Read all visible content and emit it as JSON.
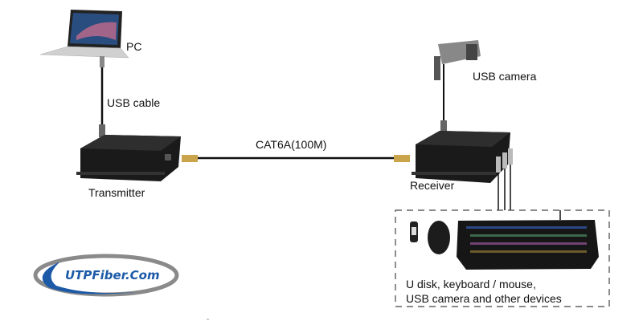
{
  "labels": {
    "pc": "PC",
    "usb_cable": "USB cable",
    "transmitter": "Transmitter",
    "link": "CAT6A(100M)",
    "usb_camera": "USB camera",
    "receiver": "Receiver",
    "devices_line1": "U disk, keyboard / mouse,",
    "devices_line2": "USB camera and other devices"
  },
  "logo": {
    "text": "UTPFiber.Com",
    "blue": "#1c5aa8",
    "gray": "#8a8a8a"
  }
}
